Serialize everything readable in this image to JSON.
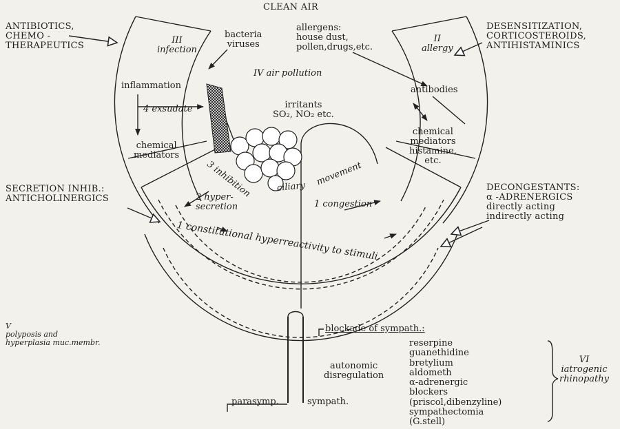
{
  "labels": {
    "clean_air": "CLEAN AIR",
    "antibiotics": "ANTIBIOTICS,\nCHEMO -\nTHERAPEUTICS",
    "desensitization": "DESENSITIZATION,\nCORTICOSTEROIDS,\nANTIHISTAMINICS",
    "secretion_inhib": "SECRETION INHIB.:\nANTICHOLINERGICS",
    "decongestants": "DECONGESTANTS:\nα -ADRENERGICS\ndirectly acting\nindirectly acting",
    "sector_iii": "III\ninfection",
    "bacteria": "bacteria\nviruses",
    "allergens": "allergens:\nhouse dust,\npollen,drugs,etc.",
    "sector_ii": "II\nallergy",
    "air_pollution": "IV air pollution",
    "inflammation": "inflammation",
    "exsudate": "4 exsudate",
    "antibodies": "antibodies",
    "irritants": "irritants\nSO₂, NO₂ etc.",
    "chem_mediators_left": "chemical\nmediators",
    "chem_mediators_right": "chemical\nmediators\nhistamine,\netc.",
    "inhibition": "3 inhibition",
    "ciliary": "ciliary",
    "movement": "movement",
    "hypersecretion": "2 hyper-\nsecretion",
    "congestion": "1 congestion",
    "constitutional": "1 constitutional hyperreactivity to stimuli",
    "sector_v": "V\npolyposis and\nhyperplasia muc.membr.",
    "blockade": "blockade of sympath.:",
    "drugs_list": "reserpine\nguanethidine\nbretylium\naldometh\nα-adrenergic\nblockers\n(priscol,dibenzyline)\nsympathectomia\n(G.stell)",
    "sector_vi": "VI\niatrogenic\nrhinopathy",
    "autonomic": "autonomic\ndisregulation",
    "parasymp": "parasymp.",
    "sympath": "sympath."
  }
}
